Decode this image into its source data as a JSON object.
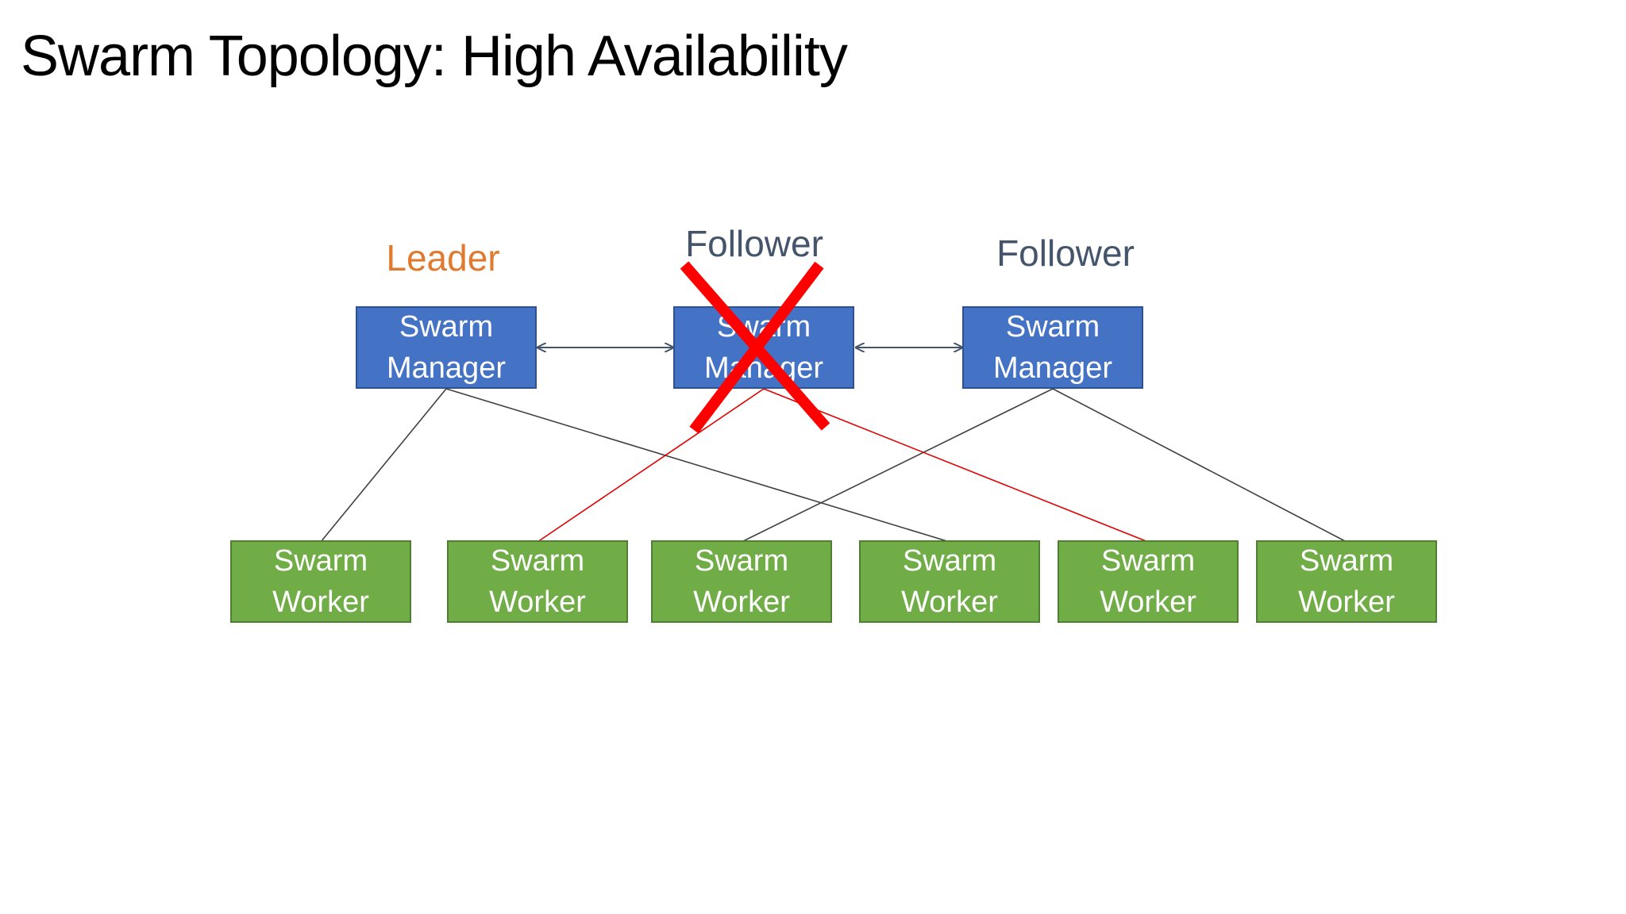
{
  "title": "Swarm Topology: High Availability",
  "roles": {
    "leader": "Leader",
    "follower_1": "Follower",
    "follower_2": "Follower"
  },
  "managers": [
    {
      "line1": "Swarm",
      "line2": "Manager"
    },
    {
      "line1": "Swarm",
      "line2": "Manager"
    },
    {
      "line1": "Swarm",
      "line2": "Manager"
    }
  ],
  "workers": [
    {
      "line1": "Swarm",
      "line2": "Worker"
    },
    {
      "line1": "Swarm",
      "line2": "Worker"
    },
    {
      "line1": "Swarm",
      "line2": "Worker"
    },
    {
      "line1": "Swarm",
      "line2": "Worker"
    },
    {
      "line1": "Swarm",
      "line2": "Worker"
    },
    {
      "line1": "Swarm",
      "line2": "Worker"
    }
  ],
  "colors": {
    "manager_fill": "#4472c4",
    "worker_fill": "#70ad47",
    "leader_text": "#e07a2f",
    "follower_text": "#44546a",
    "failed_marker": "#ff0000"
  },
  "connections": [
    {
      "from": "manager-1",
      "to": "worker-1",
      "status": "active"
    },
    {
      "from": "manager-1",
      "to": "worker-4",
      "status": "active"
    },
    {
      "from": "manager-2",
      "to": "worker-2",
      "status": "failed"
    },
    {
      "from": "manager-2",
      "to": "worker-5",
      "status": "failed"
    },
    {
      "from": "manager-3",
      "to": "worker-3",
      "status": "active"
    },
    {
      "from": "manager-3",
      "to": "worker-6",
      "status": "active"
    },
    {
      "from": "manager-1",
      "to": "manager-2",
      "status": "bidirectional"
    },
    {
      "from": "manager-2",
      "to": "manager-3",
      "status": "bidirectional"
    }
  ],
  "failed_node": "manager-2"
}
